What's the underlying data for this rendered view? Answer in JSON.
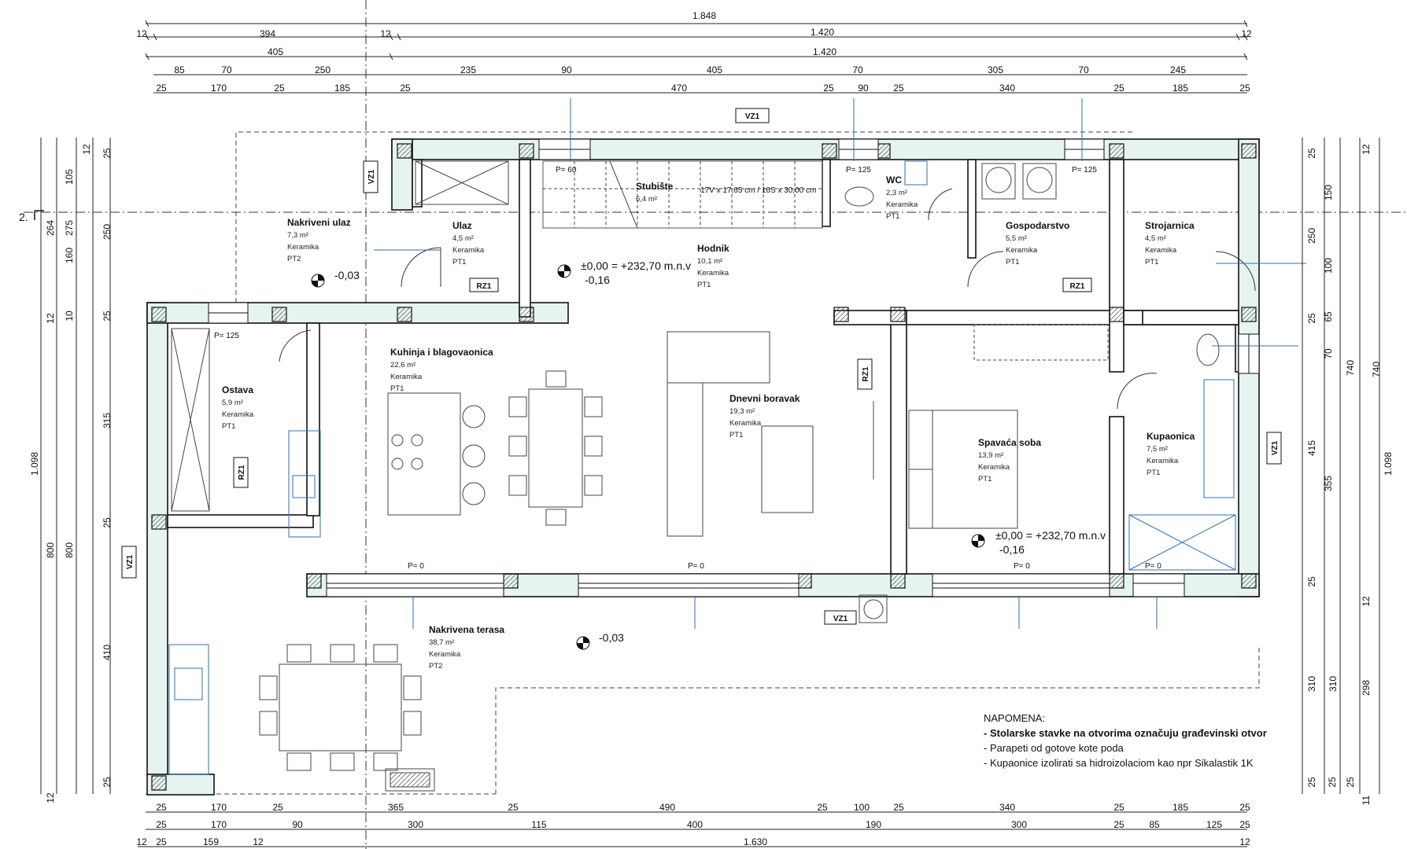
{
  "plan": {
    "section_marker": "2.",
    "levels": {
      "main_level": "±0,00 = +232,70 m.n.v",
      "main_sub": "-0,16",
      "bedroom_level": "±0,00 = +232,70 m.n.v",
      "bedroom_sub": "-0,16",
      "covered_entry_level": "-0,03",
      "terrace_level": "-0,03"
    },
    "rooms": [
      {
        "id": "nakriveni-ulaz",
        "name": "Nakriveni ulaz",
        "area": "7,3 m²",
        "material": "Keramika",
        "code": "PT2"
      },
      {
        "id": "ulaz",
        "name": "Ulaz",
        "area": "4,5 m²",
        "material": "Keramika",
        "code": "PT1"
      },
      {
        "id": "stubiste",
        "name": "Stubište",
        "area": "6,4 m²",
        "material": "",
        "code": ""
      },
      {
        "id": "hodnik",
        "name": "Hodnik",
        "area": "10,1 m²",
        "material": "Keramika",
        "code": "PT1"
      },
      {
        "id": "wc",
        "name": "WC",
        "area": "2,3 m²",
        "material": "Keramika",
        "code": "PT1"
      },
      {
        "id": "gospodarstvo",
        "name": "Gospodarstvo",
        "area": "5,5 m²",
        "material": "Keramika",
        "code": "PT1"
      },
      {
        "id": "strojarnica",
        "name": "Strojarnica",
        "area": "4,5 m²",
        "material": "Keramika",
        "code": "PT1"
      },
      {
        "id": "ostava",
        "name": "Ostava",
        "area": "5,9 m²",
        "material": "Keramika",
        "code": "PT1"
      },
      {
        "id": "kuhinja",
        "name": "Kuhinja i blagovaonica",
        "area": "22,6 m²",
        "material": "Keramika",
        "code": "PT1"
      },
      {
        "id": "dnevni",
        "name": "Dnevni boravak",
        "area": "19,3 m²",
        "material": "Keramika",
        "code": "PT1"
      },
      {
        "id": "spavaca",
        "name": "Spavaća soba",
        "area": "13,9 m²",
        "material": "Keramika",
        "code": "PT1"
      },
      {
        "id": "kupaonica",
        "name": "Kupaonica",
        "area": "7,5 m²",
        "material": "Keramika",
        "code": "PT1"
      },
      {
        "id": "terasa",
        "name": "Nakrivena terasa",
        "area": "38,7 m²",
        "material": "Keramika",
        "code": "PT2"
      }
    ],
    "stair_note": "17V x 17,65 cm / 16S x 30,00 cm",
    "tags": {
      "vz1": "VZ1",
      "rz1": "RZ1"
    },
    "dims_top": {
      "row1": [
        "1.848"
      ],
      "row2": [
        "12",
        "394",
        "12",
        "1.420",
        "12"
      ],
      "row3": [
        "405",
        "1.420"
      ],
      "row4": [
        "85",
        "70",
        "250",
        "235",
        "90",
        "405",
        "70",
        "305",
        "70",
        "245"
      ],
      "row5": [
        "25",
        "170",
        "25",
        "185",
        "25",
        "470",
        "25",
        "90",
        "25",
        "340",
        "25",
        "185",
        "25"
      ]
    },
    "dims_bottom": {
      "row1": [
        "25",
        "170",
        "25",
        "365",
        "25",
        "490",
        "25",
        "100",
        "25",
        "340",
        "25",
        "185",
        "25"
      ],
      "row2": [
        "25",
        "170",
        "90",
        "300",
        "115",
        "400",
        "190",
        "300",
        "25",
        "85",
        "125",
        "25"
      ],
      "row3": [
        "12",
        "25",
        "159",
        "12",
        "1.630",
        "12"
      ]
    },
    "dims_left": {
      "outer": "1.098",
      "col2": [
        "264",
        "12",
        "800",
        "12"
      ],
      "col3": [
        "105",
        "275",
        "160",
        "10",
        "800"
      ],
      "col4": [
        "12",
        "25",
        "250",
        "25",
        "315",
        "25",
        "410",
        "25"
      ]
    },
    "dims_right": {
      "outer": "1.098",
      "col1": [
        "25",
        "150",
        "250",
        "25",
        "70",
        "415",
        "25",
        "310",
        "25"
      ],
      "col2": [
        "100",
        "65",
        "355",
        "310"
      ],
      "col3": [
        "12",
        "740",
        "12",
        "298",
        "11"
      ],
      "col4": [
        "740",
        "12",
        "25",
        "25"
      ]
    },
    "openings": {
      "p60": "P= 60",
      "p125": "P= 125",
      "p0": "P= 0"
    },
    "note": {
      "title": "NAPOMENA:",
      "line1": "- Stolarske stavke na otvorima označuju građevinski otvor",
      "line2": "- Parapeti od gotove kote poda",
      "line3": "- Kupaonice izolirati sa hidroizolaciom kao npr Sikalastik 1K"
    },
    "colors": {
      "wall_fill": "#e6f4f1",
      "wall_stroke": "#111111",
      "line": "#222222",
      "blue": "#2f6fb3",
      "hatch": "#777777"
    }
  }
}
